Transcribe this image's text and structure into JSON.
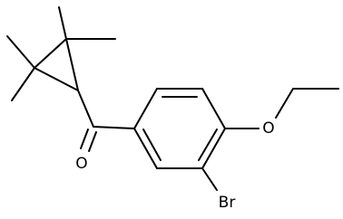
{
  "structure": {
    "atom_labels": {
      "oxygen_carbonyl": "O",
      "oxygen_ether": "O",
      "bromine": "Br"
    },
    "colors": {
      "bond": "#000000",
      "label": "#000000",
      "background": "#ffffff"
    }
  }
}
